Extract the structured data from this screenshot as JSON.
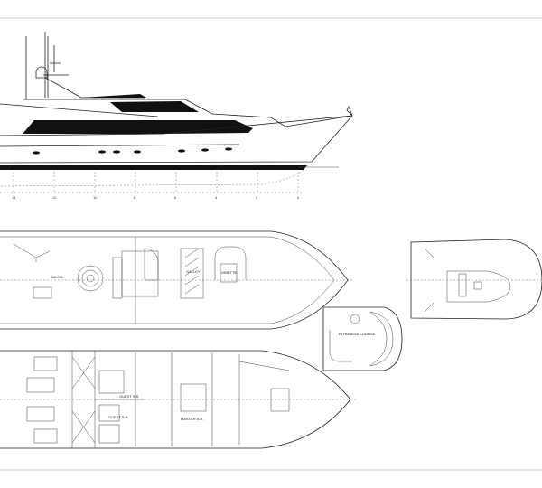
{
  "drawing": {
    "stations": [
      "14",
      "12",
      "10",
      "8",
      "6",
      "4",
      "2",
      "0"
    ],
    "main_deck": {
      "salon": "SALON",
      "galley": "GALLEY",
      "dinette": "DINETTE"
    },
    "lower_deck": {
      "guest_sr_1": "GUEST S.R.",
      "guest_sr_2": "GUEST S.R.",
      "master_sr": "MASTER S.R."
    },
    "flybridge": {
      "lounge": "FLYBRIDGE LOUNGE"
    },
    "colors": {
      "line": "#222222",
      "fill": "#111111",
      "background": "#ffffff"
    }
  }
}
